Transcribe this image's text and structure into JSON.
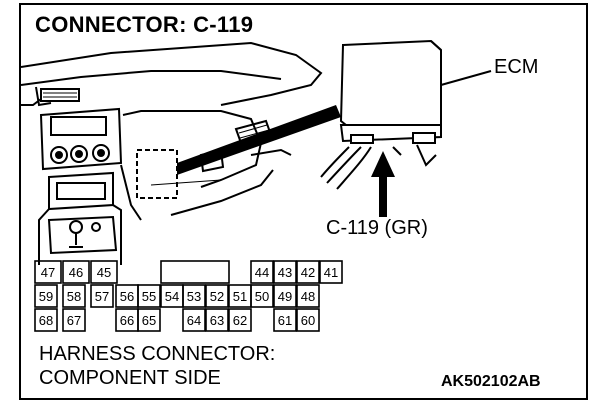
{
  "title": "CONNECTOR: C-119",
  "component_label": "ECM",
  "connector_label": "C-119 (GR)",
  "view_label_line1": "HARNESS CONNECTOR:",
  "view_label_line2": "COMPONENT SIDE",
  "figure_code": "AK502102AB",
  "connector_pins": {
    "row1": [
      "47",
      "46",
      "45",
      "",
      "",
      "",
      "",
      "",
      "",
      "44",
      "43",
      "42",
      "41"
    ],
    "row2": [
      "59",
      "58",
      "57",
      "56",
      "55",
      "54",
      "53",
      "52",
      "51",
      "50",
      "49",
      "48"
    ],
    "row3": [
      "68",
      "67",
      "",
      "66",
      "65",
      "",
      "64",
      "63",
      "62",
      "",
      "61",
      "60"
    ]
  }
}
